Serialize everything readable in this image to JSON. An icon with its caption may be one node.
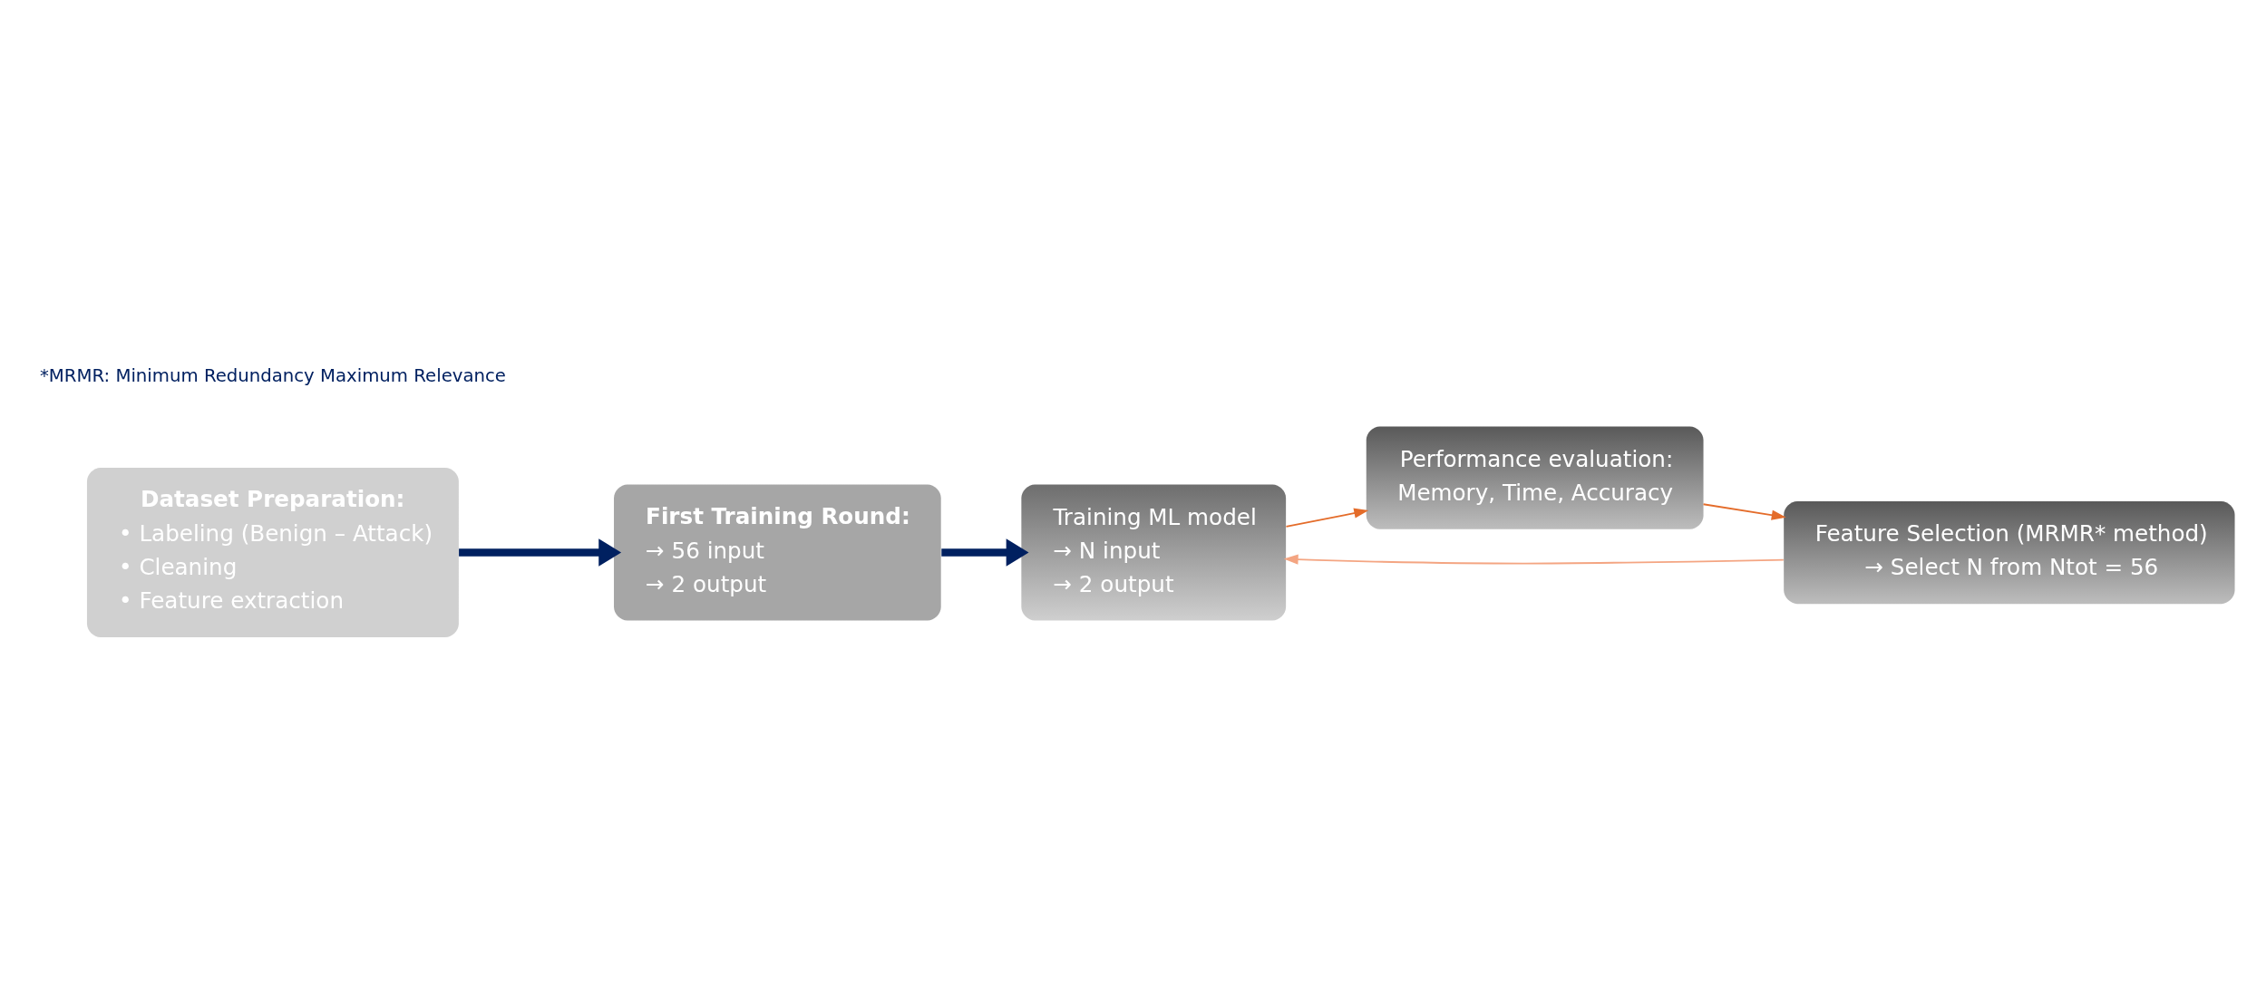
{
  "diagram": {
    "nodes": [
      {
        "text": [
          "Dataset Preparation:",
          "• Labeling (Benign – Attack)",
          "• Cleaning",
          "• Feature extraction"
        ]
      },
      {
        "text": [
          "First Training Round:",
          "→ 56 input",
          "→ 2 output"
        ]
      },
      {
        "text": [
          "Training ML model",
          "→ N input",
          "→ 2 output"
        ]
      },
      {
        "text": [
          "Performance evaluation:",
          "Memory, Time, Accuracy"
        ]
      },
      {
        "text": [
          "Feature Selection (MRMR* method)",
          "→ Select N from Ntot = 56"
        ]
      }
    ],
    "edges": [
      {
        "from": 0,
        "to": 1,
        "arrow": "to",
        "style": "thick",
        "color": "#002060"
      },
      {
        "from": 1,
        "to": 2,
        "arrow": "to",
        "style": "thick",
        "color": "#002060"
      },
      {
        "from": 2,
        "to": 3,
        "arrow": "to",
        "color": "#e46c2a"
      },
      {
        "from": 3,
        "to": 4,
        "arrow": "to",
        "color": "#e46c2a"
      },
      {
        "from": 4,
        "to": 2,
        "arrow": "to",
        "color": "#f4a582"
      }
    ],
    "labels": [
      "*MRMR: Minimum Redundancy Maximum Relevance"
    ]
  }
}
